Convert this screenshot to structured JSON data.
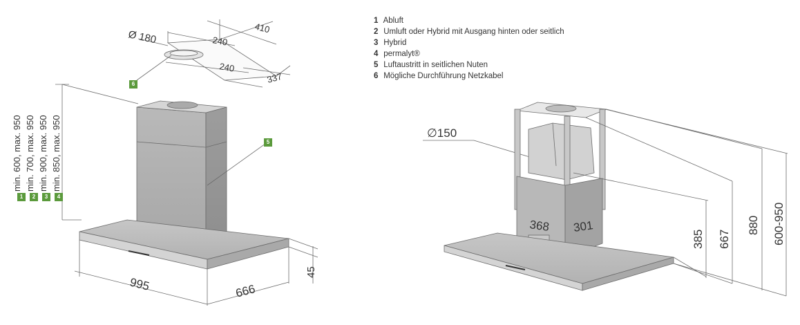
{
  "legend": [
    {
      "num": "1",
      "text": "Abluft"
    },
    {
      "num": "2",
      "text": "Umluft oder Hybrid mit Ausgang hinten oder seitlich"
    },
    {
      "num": "3",
      "text": "Hybrid"
    },
    {
      "num": "4",
      "text": "permalyt®"
    },
    {
      "num": "5",
      "text": "Luftaustritt in seitlichen Nuten"
    },
    {
      "num": "6",
      "text": "Mögliche Durchführung Netzkabel"
    }
  ],
  "left_drawing": {
    "dim_duct_diameter": "Ø 180",
    "dim_top_410": "410",
    "dim_top_240a": "240",
    "dim_top_240b": "240",
    "dim_top_337": "337",
    "dim_width": "995",
    "dim_depth": "666",
    "dim_height": "45",
    "height_ranges": [
      "min. 600, max. 950",
      "min. 700, max. 950",
      "min. 900, max. 950",
      "min. 850, max. 950"
    ],
    "badges": [
      "1",
      "2",
      "3",
      "4"
    ],
    "badge_5": "5",
    "badge_6": "6"
  },
  "right_drawing": {
    "dim_diameter": "∅150",
    "dim_368": "368",
    "dim_301": "301",
    "dim_385": "385",
    "dim_667": "667",
    "dim_880": "880",
    "dim_range": "600-950"
  },
  "colors": {
    "badge": "#5b9a3c",
    "line": "#6b6b6b",
    "hood": "#bdbdbd"
  }
}
